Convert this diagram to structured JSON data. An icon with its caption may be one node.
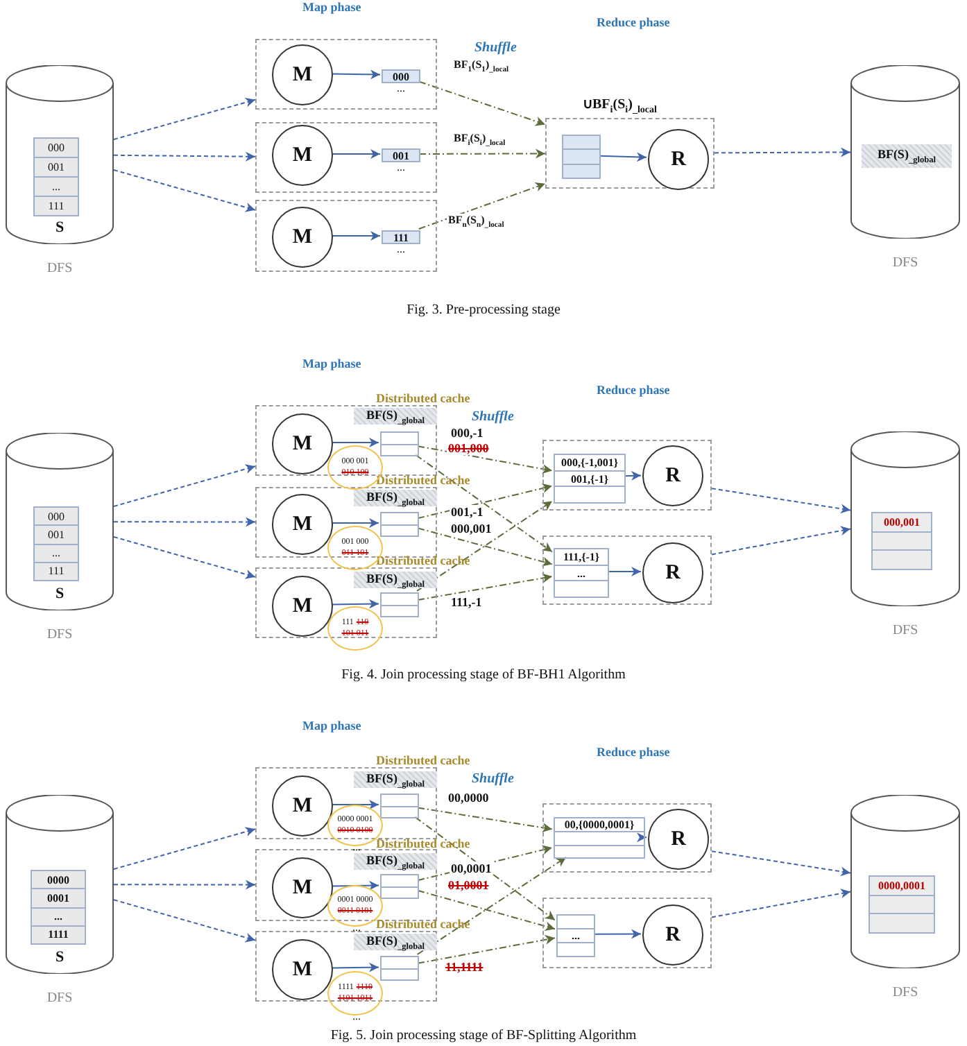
{
  "diagram": {
    "nodes": [
      {
        "text": [
          "S"
        ],
        "beside": [
          "DFS"
        ]
      },
      {
        "text": [
          "000",
          "001",
          "...",
          "111"
        ],
        "in": 0
      },
      {
        "text": [],
        "shape": "box"
      },
      {
        "text": [
          "M"
        ],
        "in": 2
      },
      {
        "text": [
          "000"
        ],
        "in": 2,
        "beside": [
          "..."
        ]
      },
      {
        "text": [],
        "shape": "box"
      },
      {
        "text": [
          "M"
        ],
        "in": 5
      },
      {
        "text": [
          "001"
        ],
        "in": 5,
        "beside": [
          "..."
        ]
      },
      {
        "text": [],
        "shape": "box"
      },
      {
        "text": [
          "M"
        ],
        "in": 8
      },
      {
        "text": [
          "111"
        ],
        "in": 8,
        "beside": [
          "..."
        ]
      },
      {
        "text": [
          "∪BF$_{i}$(S$_{i}$)$_{_local}$"
        ]
      },
      {
        "text": [],
        "shape": "table",
        "in": 11
      },
      {
        "text": [
          "R"
        ],
        "in": 11
      },
      {
        "text": [],
        "shape": "cylinder",
        "beside": [
          "DFS"
        ]
      },
      {
        "text": [
          "BF(S)$_{_global}$"
        ],
        "in": 14
      },
      {
        "text": [
          "S"
        ],
        "beside": [
          "DFS"
        ]
      },
      {
        "text": [
          "000",
          "001",
          "...",
          "111"
        ],
        "in": 16
      },
      {
        "text": [],
        "shape": "box"
      },
      {
        "text": [
          "M"
        ],
        "in": 18
      },
      {
        "text": [
          "BF(S)$_{_global}$"
        ],
        "in": 18
      },
      {
        "text": [],
        "shape": "table",
        "in": 18
      },
      {
        "text": [
          "000 001",
          "010 100"
        ]
      },
      {
        "text": [],
        "shape": "box"
      },
      {
        "text": [
          "M"
        ],
        "in": 23
      },
      {
        "text": [
          "BF(S)$_{_global}$"
        ],
        "in": 23
      },
      {
        "text": [],
        "shape": "table",
        "in": 23
      },
      {
        "text": [
          "001 000",
          "011 101"
        ]
      },
      {
        "text": [],
        "shape": "box"
      },
      {
        "text": [
          "M"
        ],
        "in": 28
      },
      {
        "text": [
          "BF(S)$_{_global}$"
        ],
        "in": 28
      },
      {
        "text": [],
        "shape": "table",
        "in": 28
      },
      {
        "text": [
          "111",
          "110",
          "101 011"
        ]
      },
      {
        "text": [],
        "shape": "box"
      },
      {
        "text": [
          "000,{-1,001}",
          "001,{-1}"
        ],
        "in": 33
      },
      {
        "text": [
          "R"
        ],
        "in": 33
      },
      {
        "text": [],
        "shape": "box"
      },
      {
        "text": [
          "111,{-1}",
          "..."
        ],
        "in": 36
      },
      {
        "text": [
          "R"
        ],
        "in": 36
      },
      {
        "text": [],
        "shape": "cylinder",
        "beside": [
          "DFS"
        ]
      },
      {
        "text": [
          "000,001"
        ],
        "in": 39
      },
      {
        "text": [
          "S"
        ],
        "beside": [
          "DFS"
        ]
      },
      {
        "text": [
          "0000",
          "0001",
          "...",
          "1111"
        ],
        "in": 41
      },
      {
        "text": [],
        "shape": "box"
      },
      {
        "text": [
          "M"
        ],
        "in": 43
      },
      {
        "text": [
          "BF(S)$_{_global}$"
        ],
        "in": 43
      },
      {
        "text": [],
        "shape": "table",
        "in": 43
      },
      {
        "text": [
          "0000 0001",
          "0010 0100"
        ],
        "beside": [
          "..."
        ]
      },
      {
        "text": [],
        "shape": "box"
      },
      {
        "text": [
          "M"
        ],
        "in": 48
      },
      {
        "text": [
          "BF(S)$_{_global}$"
        ],
        "in": 48
      },
      {
        "text": [],
        "shape": "table",
        "in": 48
      },
      {
        "text": [
          "0001 0000",
          "0011 0101"
        ],
        "beside": [
          "..."
        ]
      },
      {
        "text": [],
        "shape": "box"
      },
      {
        "text": [
          "M"
        ],
        "in": 53
      },
      {
        "text": [
          "BF(S)$_{_global}$"
        ],
        "in": 53
      },
      {
        "text": [],
        "shape": "table",
        "in": 53
      },
      {
        "text": [
          "1111",
          "1110",
          "1101 1011"
        ],
        "beside": [
          "..."
        ]
      },
      {
        "text": [],
        "shape": "box"
      },
      {
        "text": [
          "00,{0000,0001}"
        ],
        "in": 58
      },
      {
        "text": [
          "R"
        ],
        "in": 58
      },
      {
        "text": [],
        "shape": "box"
      },
      {
        "text": [
          "..."
        ],
        "in": 61
      },
      {
        "text": [
          "R"
        ],
        "in": 61
      },
      {
        "text": [],
        "shape": "cylinder",
        "beside": [
          "DFS"
        ]
      },
      {
        "text": [
          "0000,0001"
        ],
        "in": 64
      }
    ],
    "edges": [
      {
        "from": 0,
        "to": 2,
        "arrow": "to",
        "style": "dashed"
      },
      {
        "from": 0,
        "to": 5,
        "arrow": "to",
        "style": "dashed"
      },
      {
        "from": 0,
        "to": 8,
        "arrow": "to",
        "style": "dashed"
      },
      {
        "from": 3,
        "to": 4,
        "arrow": "to"
      },
      {
        "from": 6,
        "to": 7,
        "arrow": "to"
      },
      {
        "from": 9,
        "to": 10,
        "arrow": "to"
      },
      {
        "from": 4,
        "to": 11,
        "arrow": "to",
        "style": "dashed",
        "color": "#5b6b3a",
        "label": "BF$_{1}$(S$_{1}$)$_{_local}$"
      },
      {
        "from": 7,
        "to": 11,
        "arrow": "to",
        "style": "dashed",
        "color": "#5b6b3a",
        "label": "BF$_{i}$(S$_{i}$)$_{_local}$"
      },
      {
        "from": 10,
        "to": 11,
        "arrow": "to",
        "style": "dashed",
        "color": "#5b6b3a",
        "label": "BF$_{n}$(S$_{n}$)$_{_local}$"
      },
      {
        "from": 12,
        "to": 13,
        "arrow": "to"
      },
      {
        "from": 11,
        "to": 14,
        "arrow": "to",
        "style": "dashed"
      },
      {
        "from": 16,
        "to": 18,
        "arrow": "to",
        "style": "dashed"
      },
      {
        "from": 16,
        "to": 23,
        "arrow": "to",
        "style": "dashed"
      },
      {
        "from": 16,
        "to": 28,
        "arrow": "to",
        "style": "dashed"
      },
      {
        "from": 19,
        "to": 21,
        "arrow": "to"
      },
      {
        "from": 24,
        "to": 26,
        "arrow": "to"
      },
      {
        "from": 29,
        "to": 31,
        "arrow": "to"
      },
      {
        "from": 21,
        "to": 34,
        "arrow": "to",
        "style": "dashed",
        "color": "#5b6b3a"
      },
      {
        "from": 21,
        "to": 37,
        "arrow": "to",
        "style": "dashed",
        "color": "#5b6b3a"
      },
      {
        "from": 26,
        "to": 34,
        "arrow": "to",
        "style": "dashed",
        "color": "#5b6b3a"
      },
      {
        "from": 26,
        "to": 37,
        "arrow": "to",
        "style": "dashed",
        "color": "#5b6b3a"
      },
      {
        "from": 31,
        "to": 34,
        "arrow": "to",
        "style": "dashed",
        "color": "#5b6b3a"
      },
      {
        "from": 31,
        "to": 37,
        "arrow": "to",
        "style": "dashed",
        "color": "#5b6b3a"
      },
      {
        "from": 34,
        "to": 35,
        "arrow": "to"
      },
      {
        "from": 37,
        "to": 38,
        "arrow": "to"
      },
      {
        "from": 33,
        "to": 39,
        "arrow": "to",
        "style": "dashed"
      },
      {
        "from": 36,
        "to": 39,
        "arrow": "to",
        "style": "dashed"
      },
      {
        "from": 41,
        "to": 43,
        "arrow": "to",
        "style": "dashed"
      },
      {
        "from": 41,
        "to": 48,
        "arrow": "to",
        "style": "dashed"
      },
      {
        "from": 41,
        "to": 53,
        "arrow": "to",
        "style": "dashed"
      },
      {
        "from": 44,
        "to": 46,
        "arrow": "to"
      },
      {
        "from": 49,
        "to": 51,
        "arrow": "to"
      },
      {
        "from": 54,
        "to": 56,
        "arrow": "to"
      },
      {
        "from": 46,
        "to": 59,
        "arrow": "to",
        "style": "dashed",
        "color": "#5b6b3a"
      },
      {
        "from": 46,
        "to": 62,
        "arrow": "to",
        "style": "dashed",
        "color": "#5b6b3a"
      },
      {
        "from": 51,
        "to": 59,
        "arrow": "to",
        "style": "dashed",
        "color": "#5b6b3a"
      },
      {
        "from": 51,
        "to": 62,
        "arrow": "to",
        "style": "dashed",
        "color": "#5b6b3a"
      },
      {
        "from": 56,
        "to": 59,
        "arrow": "to",
        "style": "dashed",
        "color": "#5b6b3a"
      },
      {
        "from": 56,
        "to": 62,
        "arrow": "to",
        "style": "dashed",
        "color": "#5b6b3a"
      },
      {
        "from": 59,
        "to": 60,
        "arrow": "to"
      },
      {
        "from": 62,
        "to": 63,
        "arrow": "to"
      },
      {
        "from": 58,
        "to": 64,
        "arrow": "to",
        "style": "dashed"
      },
      {
        "from": 61,
        "to": 64,
        "arrow": "to",
        "style": "dashed"
      }
    ],
    "labels": [
      "Map phase",
      "Reduce phase",
      "Shuffle",
      "Fig. 3.  Pre-processing stage",
      "Map phase",
      "Distributed cache",
      "Reduce phase",
      "Shuffle",
      "000,-1",
      "001,000",
      "Distributed cache",
      "001,-1",
      "000,001",
      "Distributed cache",
      "111,-1",
      "Fig. 4.  Join processing stage of BF-BH1 Algorithm",
      "Map phase",
      "Distributed cache",
      "Reduce phase",
      "Shuffle",
      "00,0000",
      "Distributed cache",
      "00,0001",
      "01,0001",
      "Distributed cache",
      "11,1111",
      "Fig. 5.  Join processing stage of BF-Splitting Algorithm"
    ]
  }
}
